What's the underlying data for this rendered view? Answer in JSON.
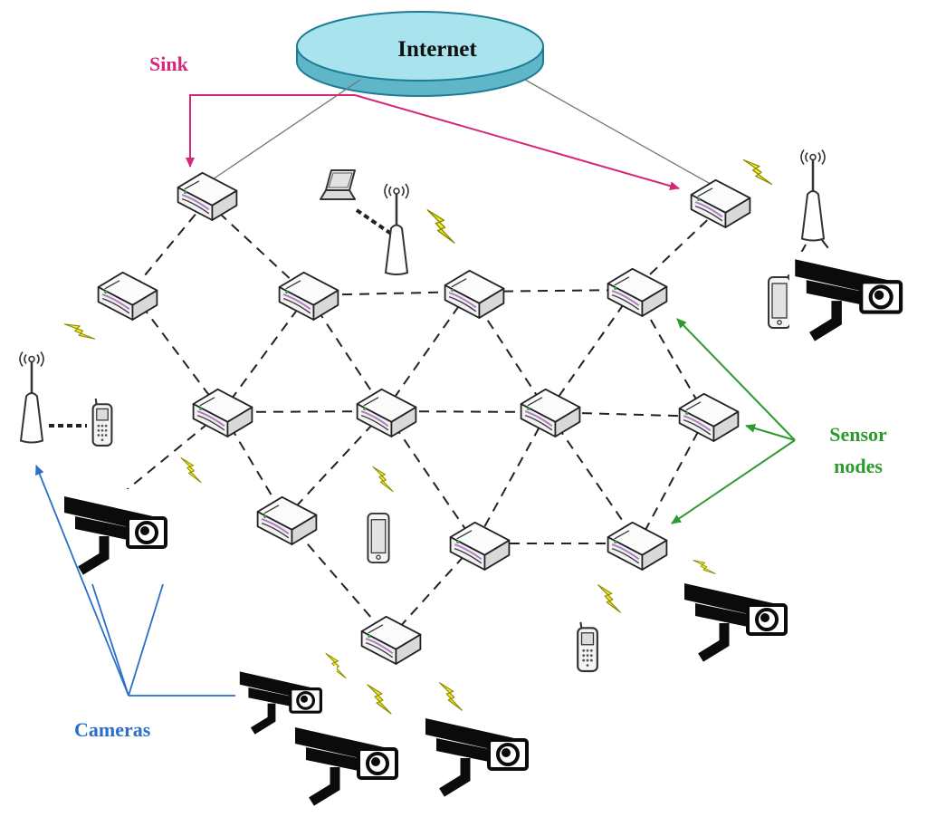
{
  "labels": {
    "internet": "Internet",
    "sink": "Sink",
    "sensor_line1": "Sensor",
    "sensor_line2": "nodes",
    "cameras": "Cameras"
  },
  "colors": {
    "sink": "#d6287a",
    "sensor": "#2e9a2e",
    "cameras": "#2a6fc9",
    "internet_fill": "#a8e3ee",
    "internet_edge": "#1d7d94",
    "bolt": "#f2ea1c",
    "node_accent": "#b07cc6"
  },
  "icons": {
    "node": "sensor-node-icon",
    "camera": "camera-icon",
    "antenna": "antenna-tower-icon",
    "phone": "mobile-phone-icon",
    "laptop": "laptop-icon",
    "bolt": "wireless-link-icon"
  }
}
